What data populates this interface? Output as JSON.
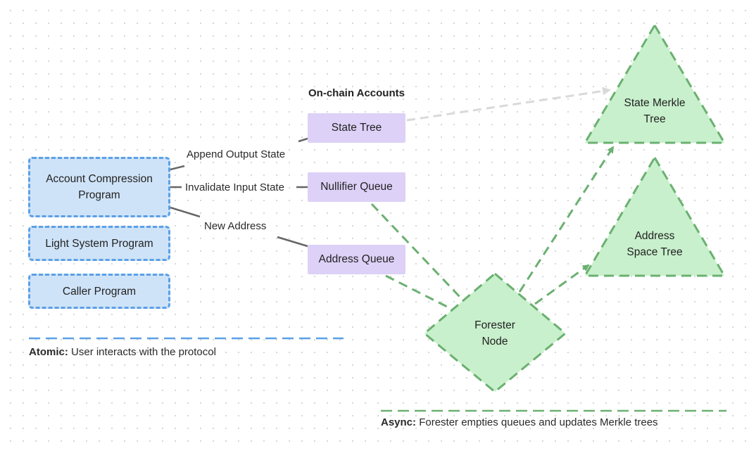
{
  "programs": {
    "account_compression": [
      "Account Compression",
      "Program"
    ],
    "light_system": "Light System Program",
    "caller": "Caller Program"
  },
  "onchain": {
    "heading": "On-chain Accounts",
    "state_tree": "State Tree",
    "nullifier_queue": "Nullifier Queue",
    "address_queue": "Address Queue"
  },
  "edges": {
    "append_output_state": "Append Output State",
    "invalidate_input_state": "Invalidate Input State",
    "new_address": "New Address"
  },
  "forester": [
    "Forester",
    "Node"
  ],
  "trees": {
    "state_merkle": [
      "State Merkle",
      "Tree"
    ],
    "address_space": [
      "Address",
      "Space Tree"
    ]
  },
  "legend": {
    "atomic_label": "Atomic:",
    "atomic_text": "User interacts with the protocol",
    "async_label": "Async:",
    "async_text": "Forester empties queues and updates Merkle trees"
  },
  "colors": {
    "blue_fill": "#cfe3f8",
    "blue_border": "#5ba0e6",
    "purple_fill": "#ddd1f7",
    "green_fill": "#c8f0cc",
    "green_border": "#6bb071",
    "grey_arrow": "#d9d9d9",
    "connector": "#666666"
  }
}
